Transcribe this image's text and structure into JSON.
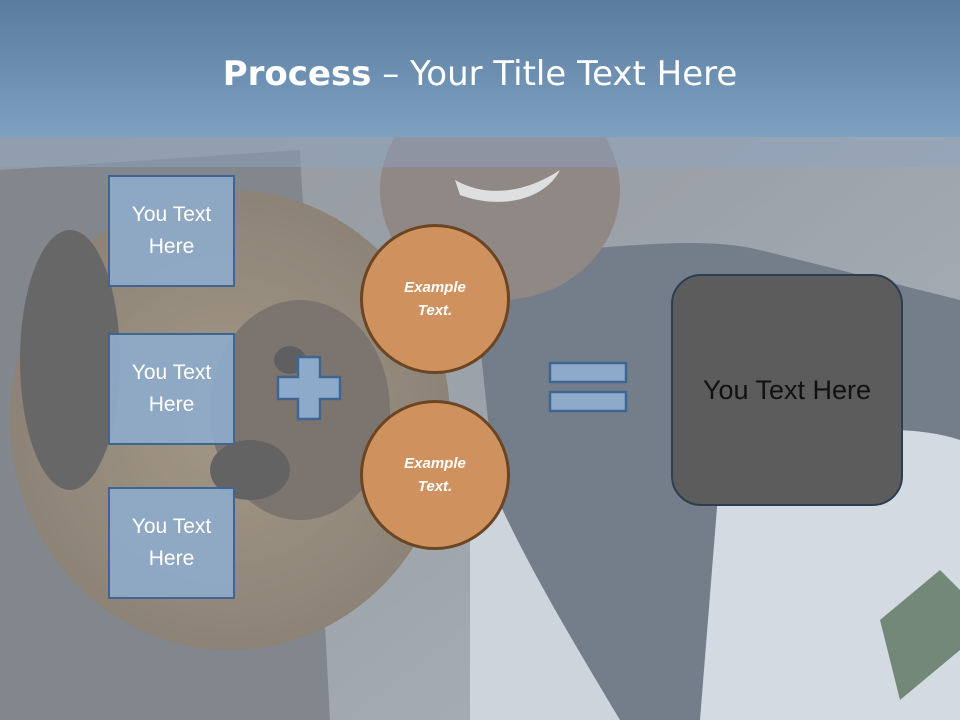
{
  "slide": {
    "title_bold": "Process",
    "title_rest": " – Your Title Text Here"
  },
  "left_boxes": [
    {
      "line1": "You Text",
      "line2": "Here"
    },
    {
      "line1": "You Text",
      "line2": "Here"
    },
    {
      "line1": "You Text",
      "line2": "Here"
    }
  ],
  "circles": [
    {
      "line1": "Example",
      "line2": "Text."
    },
    {
      "line1": "Example",
      "line2": "Text."
    }
  ],
  "result": {
    "text": "You Text Here"
  },
  "colors": {
    "header": "#6d90b2",
    "box_fill": "#8eaaca",
    "box_border": "#3f6690",
    "circle_fill": "#cf925e",
    "circle_border": "#6b4524",
    "result_fill": "#5c5c5c"
  },
  "background": {
    "description_icon": "photo-person-with-dog"
  }
}
